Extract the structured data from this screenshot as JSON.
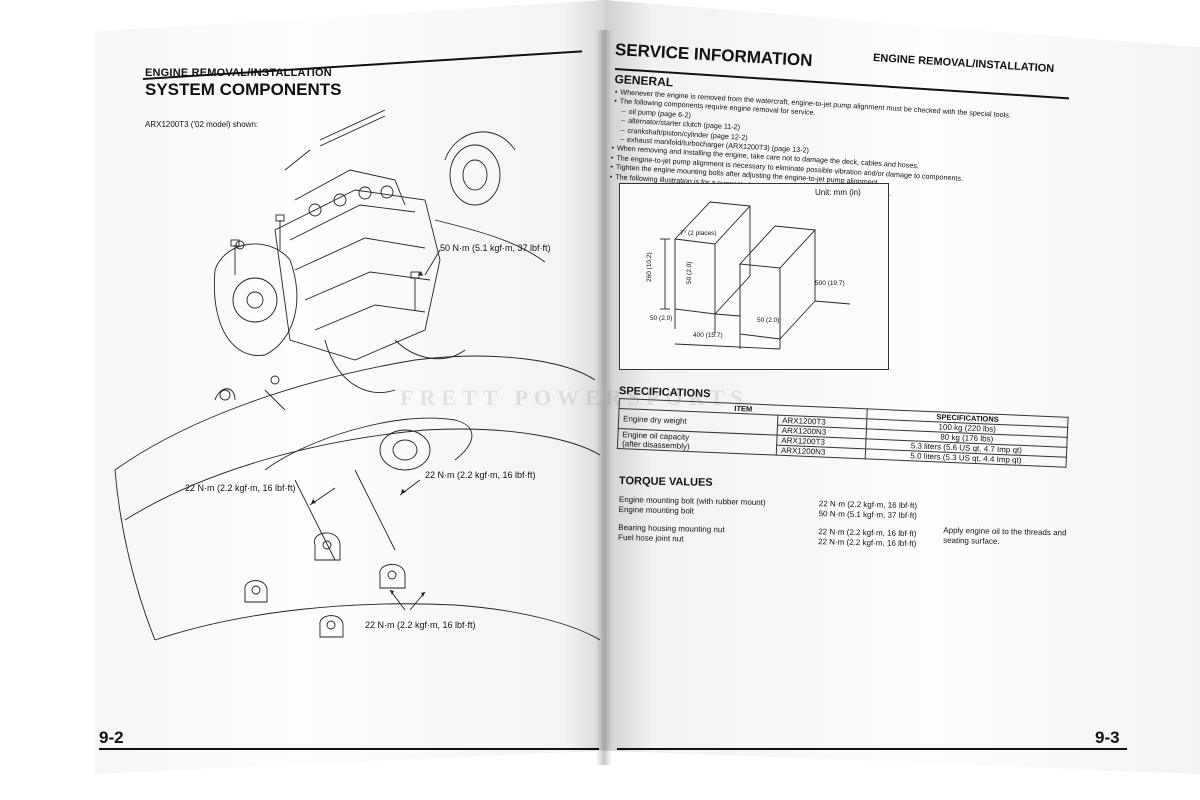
{
  "left_page": {
    "section_header": "ENGINE REMOVAL/INSTALLATION",
    "title": "SYSTEM COMPONENTS",
    "model_note": "ARX1200T3 ('02 model) shown:",
    "torque_labels": [
      "50 N·m (5.1 kgf·m, 37 lbf·ft)",
      "22 N·m (2.2 kgf·m, 16 lbf·ft)",
      "22 N·m (2.2 kgf·m, 16 lbf·ft)",
      "22 N·m (2.2 kgf·m, 16 lbf·ft)"
    ],
    "page_number": "9-2"
  },
  "right_page": {
    "title": "SERVICE INFORMATION",
    "section_header": "ENGINE REMOVAL/INSTALLATION",
    "general": {
      "heading": "GENERAL",
      "items": [
        {
          "text": "Whenever the engine is removed from the watercraft, engine-to-jet pump alignment must be checked with the special tools.",
          "sub": false
        },
        {
          "text": "The following components require engine removal for service.",
          "sub": false
        },
        {
          "text": "oil pump (page 6-2)",
          "sub": true
        },
        {
          "text": "alternator/starter clutch (page 11-2)",
          "sub": true
        },
        {
          "text": "crankshaft/piston/cylinder (page 12-2)",
          "sub": true
        },
        {
          "text": "exhaust manifold/turbocharger (ARX1200T3) (page 13-2)",
          "sub": true
        },
        {
          "text": "When removing and installing the engine, take care not to damage the deck, cables and hoses.",
          "sub": false
        },
        {
          "text": "The engine-to-jet pump alignment is necessary to eliminate possible vibration and/or damage to components.",
          "sub": false
        },
        {
          "text": "Tighten the engine mounting bolts after adjusting the engine-to-jet pump alignment.",
          "sub": false
        },
        {
          "text": "The following illustration is for a suggested engine stand, for after removing the engine.",
          "sub": false
        }
      ]
    },
    "stand_diagram": {
      "unit": "Unit: mm (in)",
      "labels": [
        "7° (2 places)",
        "260 (10.2)",
        "50 (2.0)",
        "50 (2.0)",
        "400 (15.7)",
        "50 (2.0)",
        "500 (19.7)"
      ]
    },
    "specifications": {
      "heading": "SPECIFICATIONS",
      "col_item": "ITEM",
      "col_spec": "SPECIFICATIONS",
      "rows": [
        {
          "item": "Engine dry weight",
          "model": "ARX1200T3",
          "spec": "100 kg (220 lbs)"
        },
        {
          "item": "",
          "model": "ARX1200N3",
          "spec": "80 kg (176 lbs)"
        },
        {
          "item": "Engine oil capacity",
          "model": "ARX1200T3",
          "spec": "5.3 liters (5.6 US qt, 4.7 Imp qt)"
        },
        {
          "item": "(after disassembly)",
          "model": "ARX1200N3",
          "spec": "5.0 liters (5.3 US qt, 4.4 Imp qt)"
        }
      ]
    },
    "torque_values": {
      "heading": "TORQUE VALUES",
      "rows": [
        {
          "name": "Engine mounting bolt (with rubber mount)",
          "value": "22 N·m (2.2 kgf·m, 16 lbf·ft)"
        },
        {
          "name": "Engine mounting bolt",
          "value": "50 N·m (5.1 kgf·m, 37 lbf·ft)"
        },
        {
          "name": "Bearing housing mounting nut",
          "value": "22 N·m (2.2 kgf·m, 16 lbf·ft)"
        },
        {
          "name": "Fuel hose joint nut",
          "value": "22 N·m (2.2 kgf·m, 16 lbf·ft)"
        }
      ],
      "note": "Apply engine oil to the threads and seating surface."
    },
    "page_number": "9-3"
  },
  "watermark": "FRETT POWERSPORTS"
}
